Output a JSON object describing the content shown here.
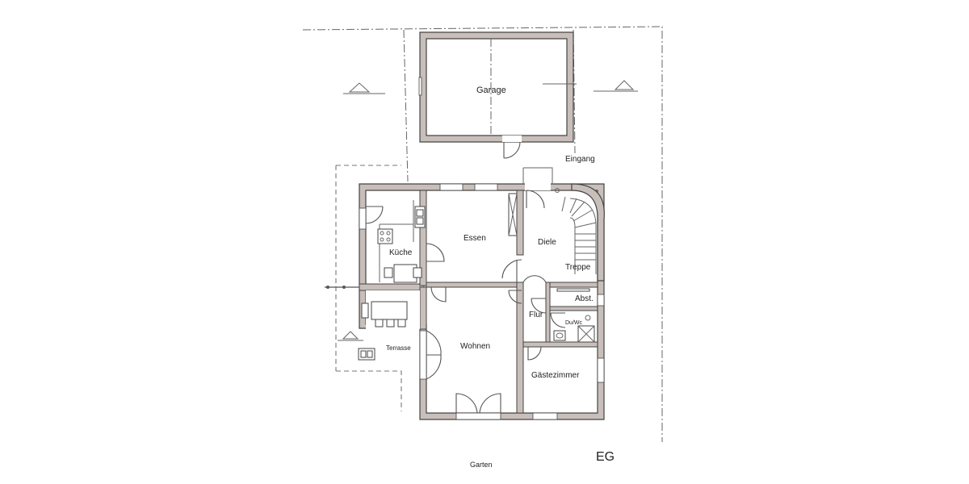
{
  "plan": {
    "floor_label": "EG",
    "rooms": {
      "garage": "Garage",
      "eingang": "Eingang",
      "kueche": "Küche",
      "essen": "Essen",
      "diele": "Diele",
      "treppe": "Treppe",
      "abst": "Abst.",
      "flur": "Flur",
      "duwc": "Du/Wc",
      "wohnen": "Wohnen",
      "gaestezimmer": "Gästezimmer",
      "terrasse": "Terrasse",
      "garten": "Garten"
    }
  }
}
